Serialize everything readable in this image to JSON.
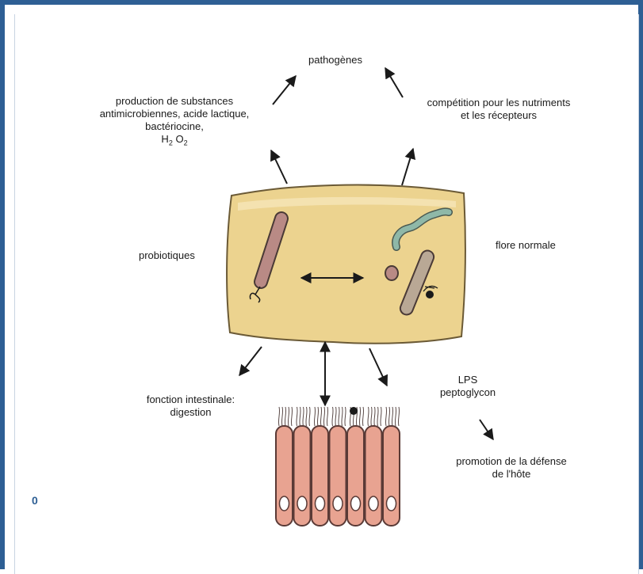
{
  "labels": {
    "pathogenes": "pathogènes",
    "production": [
      "production de substances",
      "antimicrobiennes, acide lactique,",
      "bactériocine,"
    ],
    "h2o2": {
      "h": "H",
      "two": "2",
      "o": " O",
      "two_b": "2"
    },
    "competition": [
      "compétition pour les nutriments",
      "et les récepteurs"
    ],
    "probiotiques": "probiotiques",
    "flore": "flore normale",
    "fonction": [
      "fonction intestinale:",
      "digestion"
    ],
    "lps": [
      "LPS",
      "peptoglycon"
    ],
    "promotion": [
      "promotion de la défense",
      "de l'hôte"
    ]
  },
  "page_number": "0",
  "colors": {
    "frame": "#2e5f94",
    "lumen_fill": "#ecd38f",
    "cell_fill": "#e8a391",
    "probiotic_rod": "#b98a85",
    "flora_green": "#8fb8a8",
    "flora_rod": "#b9a895"
  }
}
